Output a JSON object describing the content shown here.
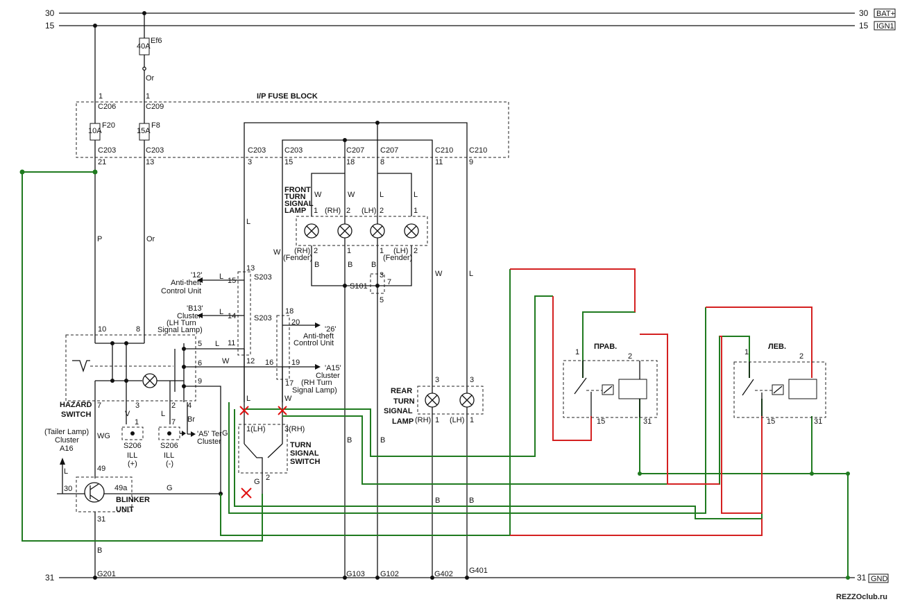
{
  "rails": {
    "bat_num_left": "30",
    "bat_num_right": "30",
    "bat_tag": "BAT+",
    "ign_num_left": "15",
    "ign_num_right": "15",
    "ign_tag": "IGN1",
    "gnd_num_left": "31",
    "gnd_num_right": "31",
    "gnd_tag": "GND"
  },
  "fuse_block": {
    "title": "I/P FUSE BLOCK"
  },
  "fuses": {
    "ef6": {
      "name": "Ef6",
      "rating": "40A",
      "wire": "Or"
    },
    "f20": {
      "name": "F20",
      "rating": "10A",
      "pin_top": "1",
      "conn_top": "C206",
      "conn_bot": "C203",
      "pin_bot": "21"
    },
    "f8": {
      "name": "F8",
      "rating": "15A",
      "pin_top": "1",
      "conn_top": "C209",
      "conn_bot": "C203",
      "pin_bot": "13"
    }
  },
  "connectors": {
    "c203_3": {
      "conn": "C203",
      "pin": "3"
    },
    "c203_15": {
      "conn": "C203",
      "pin": "15"
    },
    "c207_18": {
      "conn": "C207",
      "pin": "18"
    },
    "c207_8": {
      "conn": "C207",
      "pin": "8"
    },
    "c210_11": {
      "conn": "C210",
      "pin": "11"
    },
    "c210_9": {
      "conn": "C210",
      "pin": "9"
    }
  },
  "wires": {
    "p": "P",
    "or": "Or",
    "l": "L",
    "w": "W",
    "b": "B",
    "wg": "WG",
    "g": "G",
    "v": "V",
    "br": "Br"
  },
  "front_lamps": {
    "title_lines": [
      "FRONT",
      "TURN",
      "SIGNAL",
      "LAMP"
    ],
    "rh": "(RH)",
    "lh": "(LH)",
    "fender_rh": [
      "(RH)",
      "(Fender)"
    ],
    "fender_lh": [
      "(LH)",
      "(Fender)"
    ],
    "splice": "S101"
  },
  "rear_lamps": {
    "title_lines": [
      "REAR",
      "TURN",
      "SIGNAL",
      "LAMP"
    ],
    "rh": "(RH)",
    "lh": "(LH)"
  },
  "splices": {
    "s203a": "S203",
    "s203b": "S203",
    "s206a": "S206",
    "s206b": "S206"
  },
  "targets": {
    "t12": [
      "'12'",
      "Anti-theft",
      "Control Unit"
    ],
    "b13": [
      "'B13'",
      "Cluster",
      "(LH Turn",
      "Signal Lamp)"
    ],
    "t26": [
      "'26'",
      "Anti-theft",
      "Control Unit"
    ],
    "a15": [
      "'A15'",
      "Cluster",
      "(RH Turn",
      "Signal Lamp)"
    ],
    "a5": [
      "'A5' Ter",
      "Cluster"
    ],
    "a16": [
      "(Tailer Lamp)",
      "Cluster",
      "A16"
    ]
  },
  "hazard_switch": {
    "title_lines": [
      "HAZARD",
      "SWITCH"
    ]
  },
  "ill": {
    "plus": [
      "ILL",
      "(+)"
    ],
    "minus": [
      "ILL",
      "(-)"
    ]
  },
  "blinker": {
    "title_lines": [
      "BLINKER",
      "UNIT"
    ],
    "pin49": "49",
    "pin49a": "49a",
    "pin30": "30",
    "pin31": "31"
  },
  "turn_switch": {
    "title_lines": [
      "TURN",
      "SIGNAL",
      "SWITCH"
    ],
    "lh": "1(LH)",
    "rh": "3(RH)",
    "pin2": "2"
  },
  "relays": {
    "right": {
      "label": "ПРАВ.",
      "p1": "1",
      "p2": "2",
      "p15": "15",
      "p31": "31"
    },
    "left": {
      "label": "ЛЕВ.",
      "p1": "1",
      "p2": "2",
      "p15": "15",
      "p31": "31"
    }
  },
  "grounds": {
    "g201": "G201",
    "g103": "G103",
    "g102": "G102",
    "g402": "G402",
    "g401": "G401"
  },
  "watermark": "REZZOclub.ru",
  "colors": {
    "added_ground": "#1f7a1f",
    "added_power": "#d42020",
    "cut_mark": "#e01010"
  }
}
